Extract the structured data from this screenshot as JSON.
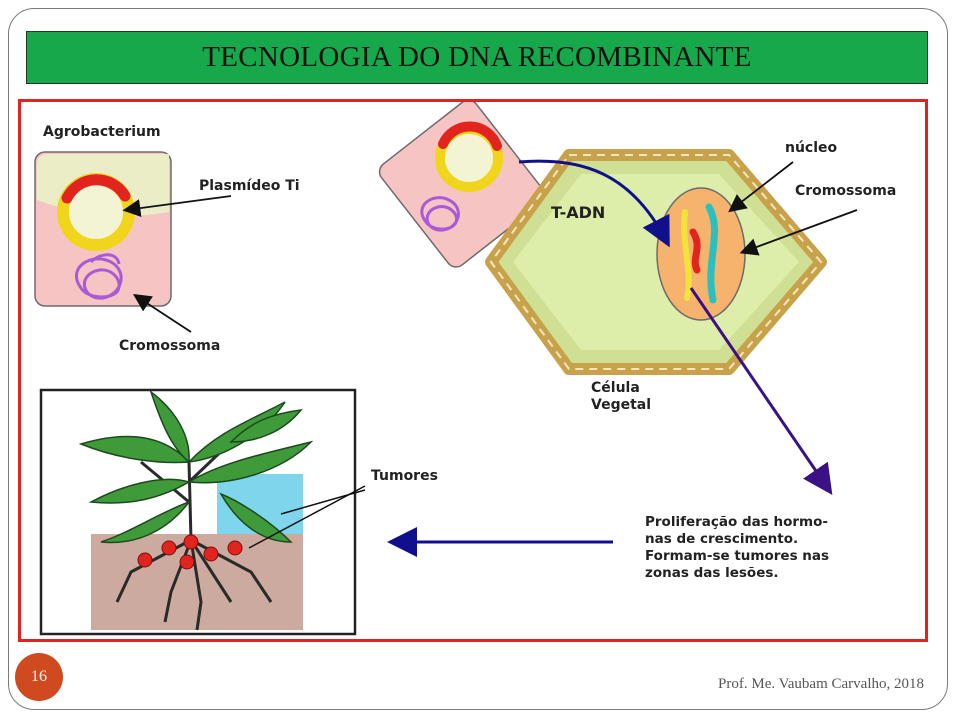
{
  "slide": {
    "title": "TECNOLOGIA DO DNA RECOMBINANTE",
    "number": "16",
    "footer": "Prof. Me. Vaubam Carvalho, 2018"
  },
  "diagram": {
    "agrobacterium_label": "Agrobacterium",
    "plasmid_label": "Plasmídeo Ti",
    "bacterial_chromosome_label": "Cromossoma",
    "tdna_label": "T-ADN",
    "nucleus_label": "núcleo",
    "plant_chromosome_label": "Cromossoma",
    "plant_cell_label": [
      "Célula",
      "Vegetal"
    ],
    "tumors_label": "Tumores",
    "caption_lines": [
      "Proliferação das hormo-",
      "nas de crescimento.",
      "Formam-se tumores nas",
      "zonas das lesões."
    ]
  },
  "colors": {
    "title_bg": "#16a84a",
    "frame_border": "#e0231f",
    "slide_number_bg": "#cf4a1f"
  }
}
